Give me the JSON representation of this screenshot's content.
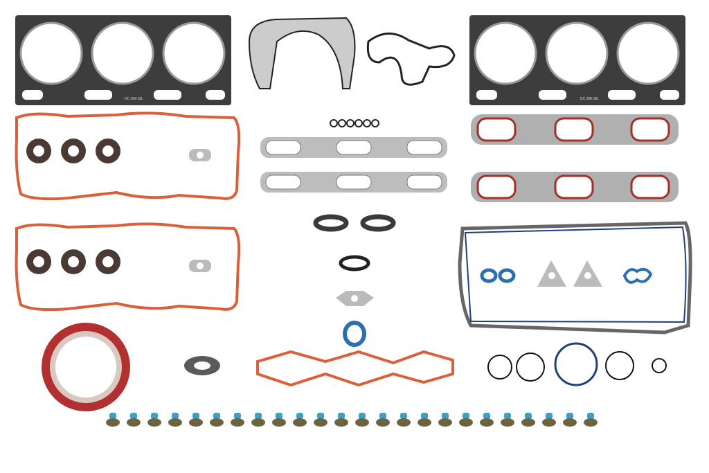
{
  "photo": {
    "subject": "Engine full gasket set",
    "stamps": {
      "left_head_gasket": "DC 308-18L",
      "right_head_gasket": "DC 308-18L"
    },
    "valve_stem_seal_count": 24,
    "colors": {
      "steel": "#3c3c3c",
      "red_seal": "#d9603a",
      "blue_seal": "#2a6fb0",
      "stem_cap": "#3aa0c8",
      "stem_base": "#6b6440",
      "rubber": "#4a3a34"
    }
  }
}
